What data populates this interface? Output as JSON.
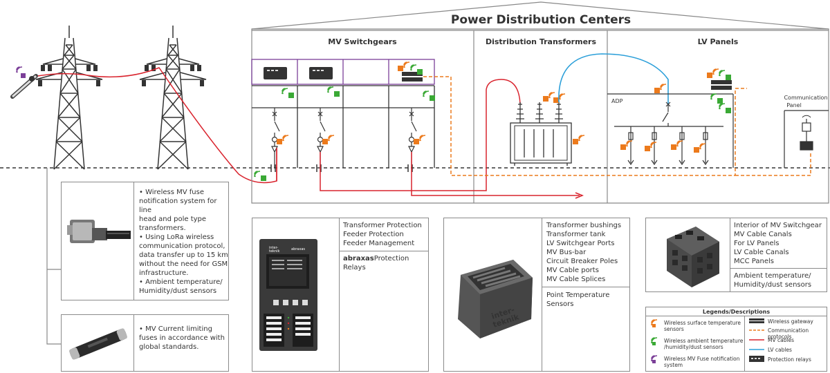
{
  "header": {
    "title": "Power Distribution Centers"
  },
  "sections": {
    "mv_switchgears": "MV Switchgears",
    "distribution_transformers": "Distribution Transformers",
    "lv_panels": "LV Panels",
    "adp": "ADP",
    "communication_panel_1": "Communication",
    "communication_panel_2": "Panel"
  },
  "cards": {
    "fuse": {
      "lines": [
        "• Wireless MV fuse",
        "notification system for line",
        "head and pole type",
        "transformers.",
        "• Using LoRa wireless",
        "communication protocol,",
        "data transfer up to 15 km",
        "without the need for GSM",
        "infrastructure.",
        "• Ambient temperature/",
        "Humidity/dust sensors"
      ]
    },
    "current_fuse": {
      "lines": [
        "• MV Current limiting",
        "fuses in accordance with",
        "global standards."
      ]
    },
    "relay": {
      "list": [
        "Transformer Protection",
        "Feeder Protection",
        "Feeder Management"
      ],
      "brand": "abraxas",
      "title_rest": "Protection",
      "title_2": "Relays",
      "device_brand_1": "inter-",
      "device_brand_2": "teknik",
      "device_brand_3": "abraxas"
    },
    "point_sensor": {
      "list": [
        "Transformer bushings",
        "Transformer tank",
        "LV Switchgear Ports",
        "MV Bus-bar",
        "Circuit Breaker Poles",
        "MV Cable ports",
        "MV Cable Splices"
      ],
      "title_1": "Point Temperature",
      "title_2": "Sensors",
      "device_label_1": "inter-",
      "device_label_2": "teknik"
    },
    "ambient_sensor": {
      "list": [
        "Interior of MV Switchgear",
        "MV Cable Canals",
        "For LV Panels",
        "LV Cable Canals",
        "MCC Panels"
      ],
      "title_1": "Ambient temperature/",
      "title_2": "Humidity/dust sensors"
    }
  },
  "legend": {
    "title": "Legends/Descriptions",
    "left": [
      {
        "lines": [
          "Wireless surface temperature",
          "sensors"
        ],
        "color": "#ec7a1c"
      },
      {
        "lines": [
          "Wireless ambient temperature",
          "/humidity/dust sensors"
        ],
        "color": "#3aa935"
      },
      {
        "lines": [
          "Wireless MV Fuse notification",
          "system"
        ],
        "color": "#7b3f98"
      }
    ],
    "right": [
      {
        "label": "Wireless gateway"
      },
      {
        "label": "Communication protocols",
        "color": "#ec7a1c"
      },
      {
        "label": "MV cables",
        "color": "#d9232d"
      },
      {
        "label": "LV cables",
        "color": "#2b9fd9"
      },
      {
        "label": "Protection relays"
      }
    ]
  },
  "colors": {
    "orange": "#ec7a1c",
    "green": "#3aa935",
    "purple": "#7b3f98",
    "red": "#d9232d",
    "blue": "#2b9fd9",
    "line": "#555555"
  }
}
